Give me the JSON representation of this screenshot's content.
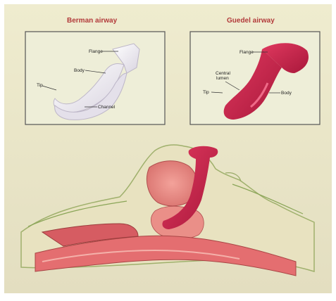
{
  "panels": {
    "berman": {
      "title": "Berman airway",
      "labels": {
        "flange": "Flange",
        "body": "Body",
        "tip": "Tip",
        "channel": "Channel"
      }
    },
    "guedel": {
      "title": "Guedel airway",
      "labels": {
        "flange": "Flange",
        "central_lumen_1": "Central",
        "central_lumen_2": "lumen",
        "tip": "Tip",
        "body": "Body"
      }
    }
  },
  "colors": {
    "background": "#ece8cc",
    "berman_device": "#f1eef3",
    "guedel_device": "#c8234a",
    "tissue": "#e7837f",
    "title_text": "#b23a3a"
  }
}
